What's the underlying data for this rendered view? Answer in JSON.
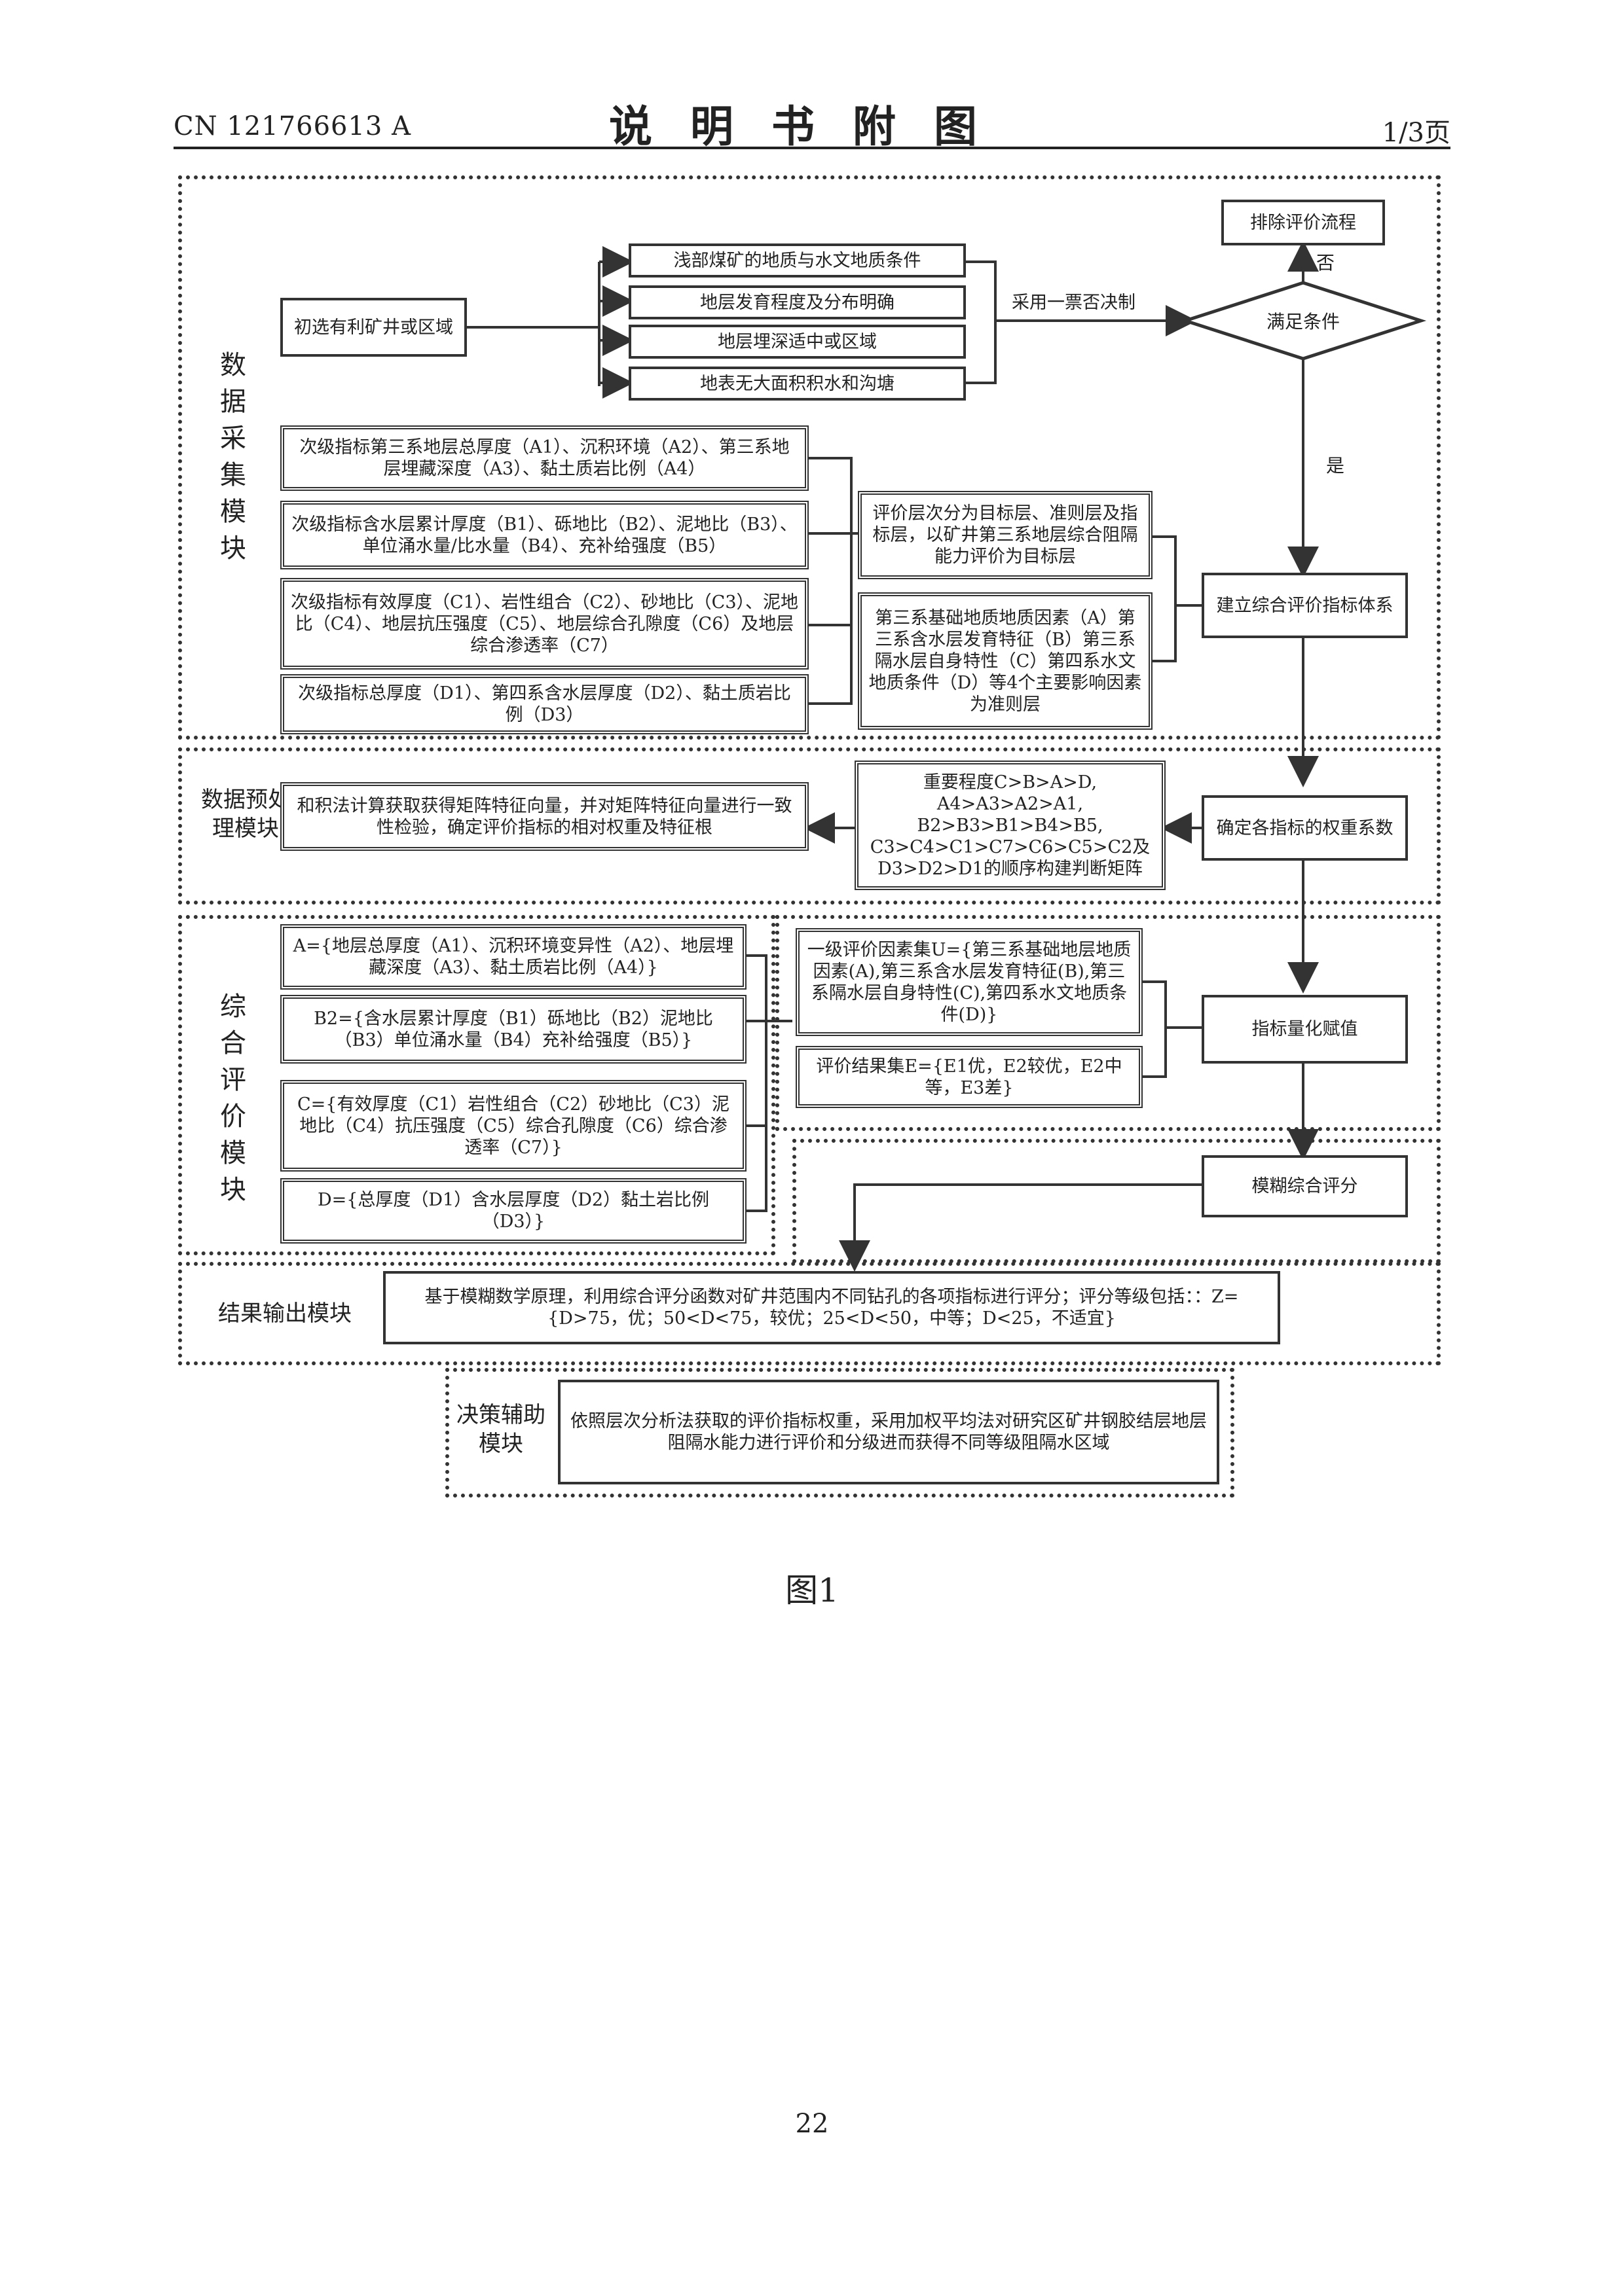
{
  "header": {
    "patent_no": "CN 121766613 A",
    "title": "说明书附图",
    "page_of": "1/3页"
  },
  "footer": {
    "page_number": "22",
    "figure_caption": "图1"
  },
  "modules": {
    "data_collection": "数据采集模块",
    "preprocess": "数据预处理模块",
    "comprehensive": "综合评价模块",
    "output": "结果输出模块",
    "decision": "决策辅助模块"
  },
  "nodes": {
    "start": "初选有利矿井或区域",
    "c1": "浅部煤矿的地质与水文地质条件",
    "c2": "地层发育程度及分布明确",
    "c3": "地层埋深适中或区域",
    "c4": "地表无大面积积水和沟塘",
    "veto_label": "采用一票否决制",
    "decision": "满足条件",
    "exclude": "排除评价流程",
    "no": "否",
    "yes": "是",
    "a_index": "次级指标第三系地层总厚度（A1）、沉积环境（A2）、第三系地层埋藏深度（A3）、黏土质岩比例（A4）",
    "b_index": "次级指标含水层累计厚度（B1）、砾地比（B2）、泥地比（B3）、单位涌水量/比水量（B4）、充补给强度（B5）",
    "c_index": "次级指标有效厚度（C1）、岩性组合（C2）、砂地比（C3）、泥地比（C4）、地层抗压强度（C5）、地层综合孔隙度（C6）及地层综合渗透率（C7）",
    "d_index": "次级指标总厚度（D1）、第四系含水层厚度（D2）、黏土质岩比例（D3）",
    "hierarchy": "评价层次分为目标层、准则层及指标层，以矿井第三系地层综合阻隔能力评价为目标层",
    "criteria": "第三系基础地质地质因素（A）第三系含水层发育特征（B）第三系隔水层自身特性（C）第四系水文地质条件（D）等4个主要影响因素为准则层",
    "build_system": "建立综合评价指标体系",
    "importance": "重要程度C>B>A>D, A4>A3>A2>A1, B2>B3>B1>B4>B5, C3>C4>C1>C7>C6>C5>C2及D3>D2>D1的顺序构建判断矩阵",
    "weights": "确定各指标的权重系数",
    "eigen": "和积法计算获取获得矩阵特征向量，并对矩阵特征向量进行一致性检验，确定评价指标的相对权重及特征根",
    "set_a": "A={地层总厚度（A1）、沉积环境变异性（A2）、地层埋藏深度（A3）、黏土质岩比例（A4）}",
    "set_b": "B2={含水层累计厚度（B1）砾地比（B2）泥地比（B3）单位涌水量（B4）充补给强度（B5）}",
    "set_c": "C={有效厚度（C1）岩性组合（C2）砂地比（C3）泥地比（C4）抗压强度（C5）综合孔隙度（C6）综合渗透率（C7）}",
    "set_d": "D={总厚度（D1）含水层厚度（D2）黏土岩比例（D3）}",
    "factor_set": "一级评价因素集U={第三系基础地层地质因素(A),第三系含水层发育特征(B),第三系隔水层自身特性(C),第四系水文地质条件(D)}",
    "result_set": "评价结果集E={E1优，E2较优，E2中等，E3差}",
    "quantify": "指标量化赋值",
    "fuzzy": "模糊综合评分",
    "output_text": "基于模糊数学原理，利用综合评分函数对矿井范围内不同钻孔的各项指标进行评分；评分等级包括：：Z={D>75，优；50<D<75，较优；25<D<50，中等；D<25，不适宜}",
    "decision_text": "依照层次分析法获取的评价指标权重，采用加权平均法对研究区矿井钢胶结层地层阻隔水能力进行评价和分级进而获得不同等级阻隔水区域"
  }
}
